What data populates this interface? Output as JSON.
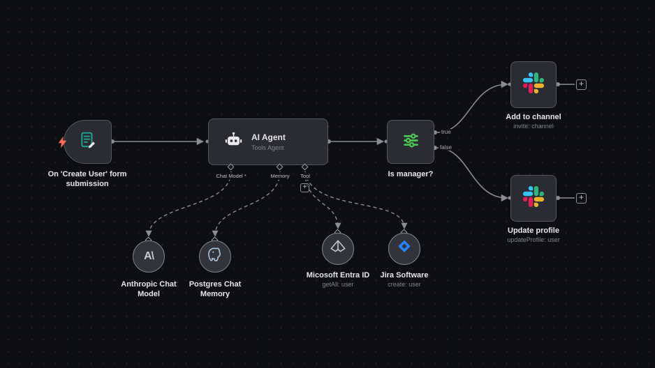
{
  "ui": {
    "plus": "+"
  },
  "colors": {
    "canvas-bg": "#0d0e11",
    "grid-dot": "#1f2026",
    "node-bg": "#2b2c33",
    "node-border": "#56575f",
    "wire": "#8b8d93",
    "text-primary": "#e6e7ea",
    "text-secondary": "#83858d",
    "trigger-bolt": "#ff6d5a",
    "form-icon-teal": "#1fa396",
    "switch-green": "#4dc854",
    "slack-blue": "#36C5F0",
    "slack-green": "#2EB67D",
    "slack-yellow": "#ECB22E",
    "slack-red": "#E01E5A",
    "postgres-blue": "#a9c4de",
    "jira-blue": "#2684FF",
    "anthropic-gray": "#c9cbd1",
    "entra-gray": "#c2c4ca"
  },
  "nodes": {
    "form_trigger": {
      "label": "On 'Create User' form submission"
    },
    "ai_agent": {
      "title": "AI Agent",
      "subtitle": "Tools Agent",
      "ports": [
        {
          "label": "Chat Model *"
        },
        {
          "label": "Memory"
        },
        {
          "label": "Tool"
        }
      ]
    },
    "is_manager": {
      "label": "Is manager?",
      "outputs": [
        "true",
        "false"
      ]
    },
    "add_to_channel": {
      "label": "Add to channel",
      "subtitle": "invite: channel"
    },
    "update_profile": {
      "label": "Update profile",
      "subtitle": "updateProfile: user"
    },
    "anthropic": {
      "label": "Anthropic Chat Model",
      "glyph": "A\\"
    },
    "postgres": {
      "label": "Postgres Chat Memory"
    },
    "entra": {
      "label": "Micosoft Entra ID",
      "subtitle": "getAll: user"
    },
    "jira": {
      "label": "Jira Software",
      "subtitle": "create: user"
    }
  }
}
